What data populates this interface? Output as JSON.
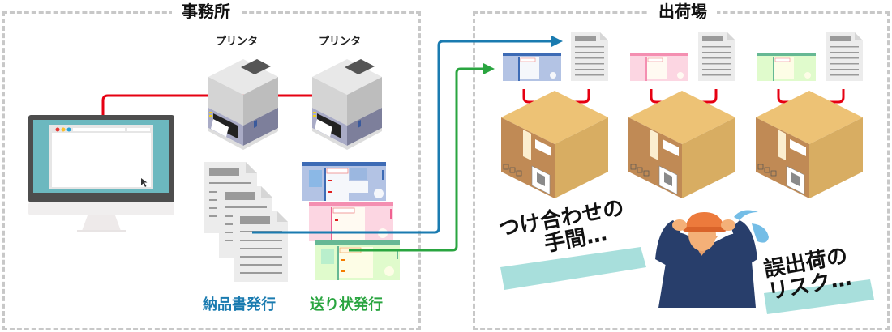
{
  "office": {
    "title": "事務所",
    "printers": [
      {
        "label": "プリンタ"
      },
      {
        "label": "プリンタ"
      }
    ],
    "captions": {
      "invoice": "納品書発行",
      "label": "送り状発行"
    }
  },
  "shipping": {
    "title": "出荷場",
    "packages": [
      {
        "label_color": "blue"
      },
      {
        "label_color": "pink"
      },
      {
        "label_color": "green"
      }
    ],
    "problems": {
      "matching_line1": "つけ合わせの",
      "matching_line2": "手間…",
      "risk_line1": "誤出荷の",
      "risk_line2": "リスク…"
    }
  },
  "colors": {
    "cable": "#e60012",
    "invoice_flow": "#1a7bb0",
    "label_flow": "#2aa540",
    "highlight": "#a8dfdc"
  }
}
